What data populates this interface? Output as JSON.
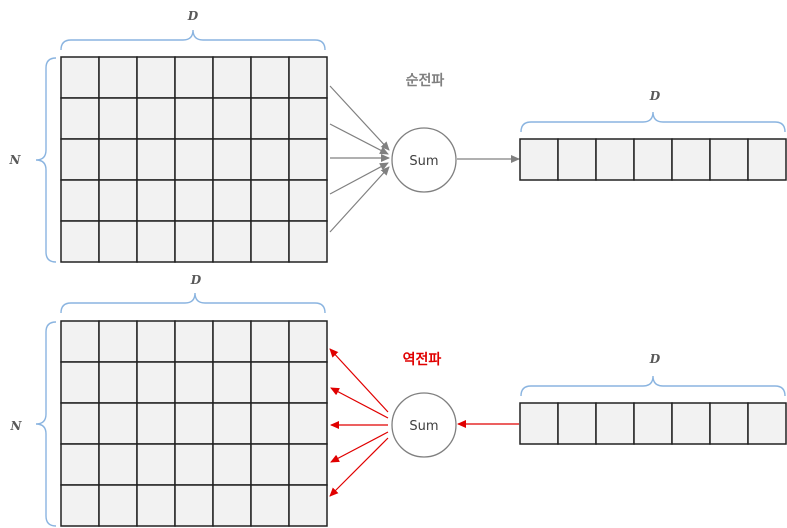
{
  "forward": {
    "title": "순전파",
    "matrix": {
      "rows": 5,
      "cols": 7,
      "row_label": "N",
      "col_label": "D"
    },
    "sum_label": "Sum",
    "vector": {
      "cols": 7,
      "col_label": "D"
    },
    "arrow_color": "#808080"
  },
  "backward": {
    "title": "역전파",
    "matrix": {
      "rows": 5,
      "cols": 7,
      "row_label": "N",
      "col_label": "D"
    },
    "sum_label": "Sum",
    "vector": {
      "cols": 7,
      "col_label": "D"
    },
    "arrow_color": "#e00000"
  }
}
